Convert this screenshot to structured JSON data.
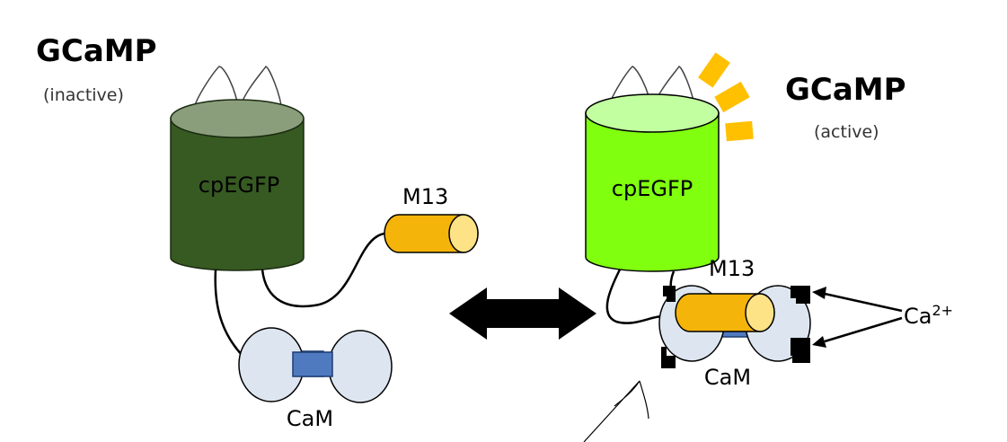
{
  "inactive": {
    "title": "GCaMP",
    "state": "(inactive)",
    "barrel_label": "cpEGFP",
    "m13_label": "M13",
    "cam_label": "CaM"
  },
  "active": {
    "title": "GCaMP",
    "state": "(active)",
    "barrel_label": "cpEGFP",
    "m13_label": "M13",
    "cam_label": "CaM",
    "ion_label": "Ca",
    "ion_charge": "2+"
  },
  "colors": {
    "barrel_inactive_body": "#375a22",
    "barrel_inactive_top": "#8a9e7c",
    "barrel_active_body": "#80ff0f",
    "barrel_active_top": "#c2ffa0",
    "m13_body": "#f5b40a",
    "m13_cap": "#fde286",
    "cam_lobe": "#dde6f0",
    "cam_link": "#4f7ac0",
    "glow": "#ffc000",
    "arrow": "#000000"
  }
}
